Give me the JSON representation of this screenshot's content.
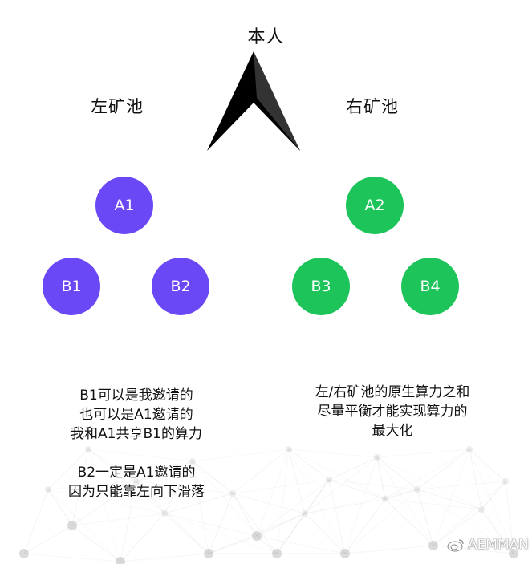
{
  "title": "本人",
  "left_pool": {
    "label": "左矿池",
    "color": "#6b48f5",
    "nodes": [
      "A1",
      "B1",
      "B2"
    ],
    "note_lines": [
      "B1可以是我邀请的",
      "也可以是A1邀请的",
      "我和A1共享B1的算力",
      "",
      "B2一定是A1邀请的",
      "因为只能靠左向下滑落"
    ]
  },
  "right_pool": {
    "label": "右矿池",
    "color": "#1dc45a",
    "nodes": [
      "A2",
      "B3",
      "B4"
    ],
    "note_lines": [
      "左/右矿池的原生算力之和",
      "尽量平衡才能实现算力的",
      "最大化"
    ]
  },
  "icons": {
    "arrow": "black-arrowhead-icon",
    "watermark": "weibo-icon"
  },
  "watermark": "AEMMAN"
}
